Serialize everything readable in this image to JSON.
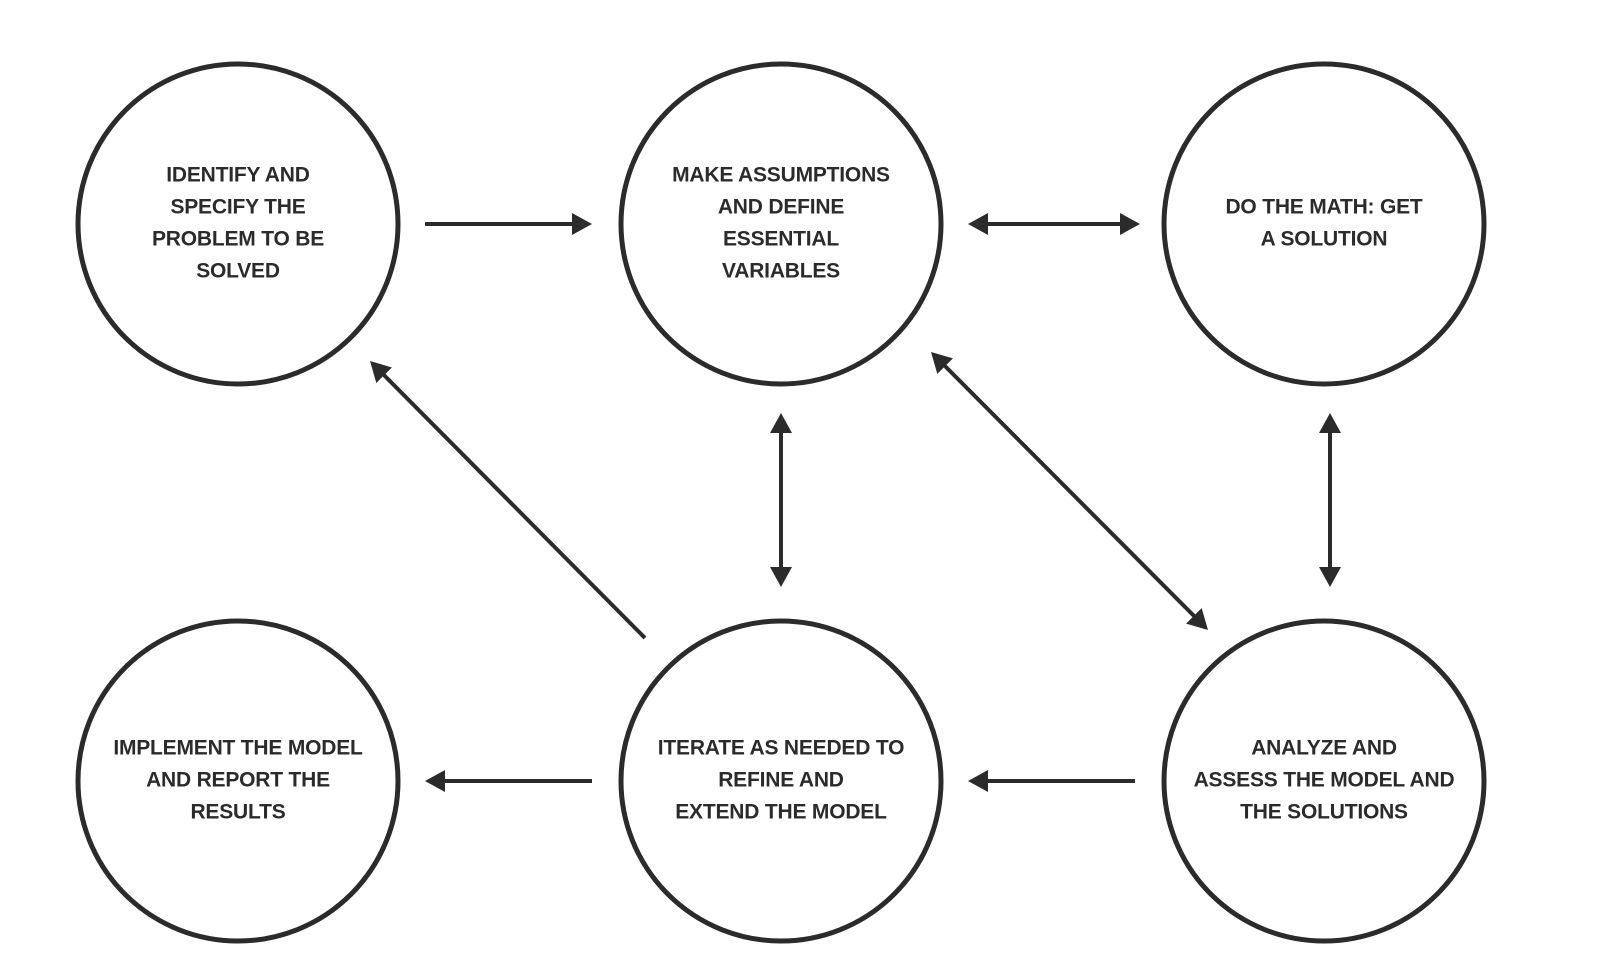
{
  "diagram": {
    "nodes": [
      {
        "id": "identify",
        "lines": [
          "IDENTIFY AND",
          "SPECIFY THE",
          "PROBLEM TO BE",
          "SOLVED"
        ]
      },
      {
        "id": "assumptions",
        "lines": [
          "MAKE ASSUMPTIONS",
          "AND DEFINE",
          "ESSENTIAL",
          "VARIABLES"
        ]
      },
      {
        "id": "math",
        "lines": [
          "DO THE MATH: GET",
          "A SOLUTION"
        ]
      },
      {
        "id": "implement",
        "lines": [
          "IMPLEMENT THE MODEL",
          "AND REPORT THE",
          "RESULTS"
        ]
      },
      {
        "id": "iterate",
        "lines": [
          "ITERATE AS NEEDED TO",
          "REFINE AND",
          "EXTEND THE MODEL"
        ]
      },
      {
        "id": "analyze",
        "lines": [
          "ANALYZE AND",
          "ASSESS THE MODEL  AND",
          "THE SOLUTIONS"
        ]
      }
    ],
    "edges": [
      {
        "from": "identify",
        "to": "assumptions",
        "bidirectional": false
      },
      {
        "from": "assumptions",
        "to": "math",
        "bidirectional": true
      },
      {
        "from": "assumptions",
        "to": "iterate",
        "bidirectional": true
      },
      {
        "from": "math",
        "to": "analyze",
        "bidirectional": true
      },
      {
        "from": "assumptions",
        "to": "analyze",
        "bidirectional": true
      },
      {
        "from": "iterate",
        "to": "identify",
        "bidirectional": false
      },
      {
        "from": "iterate",
        "to": "implement",
        "bidirectional": false
      },
      {
        "from": "analyze",
        "to": "iterate",
        "bidirectional": false
      }
    ],
    "colors": {
      "stroke": "#2b2b2b",
      "background": "#ffffff"
    }
  }
}
